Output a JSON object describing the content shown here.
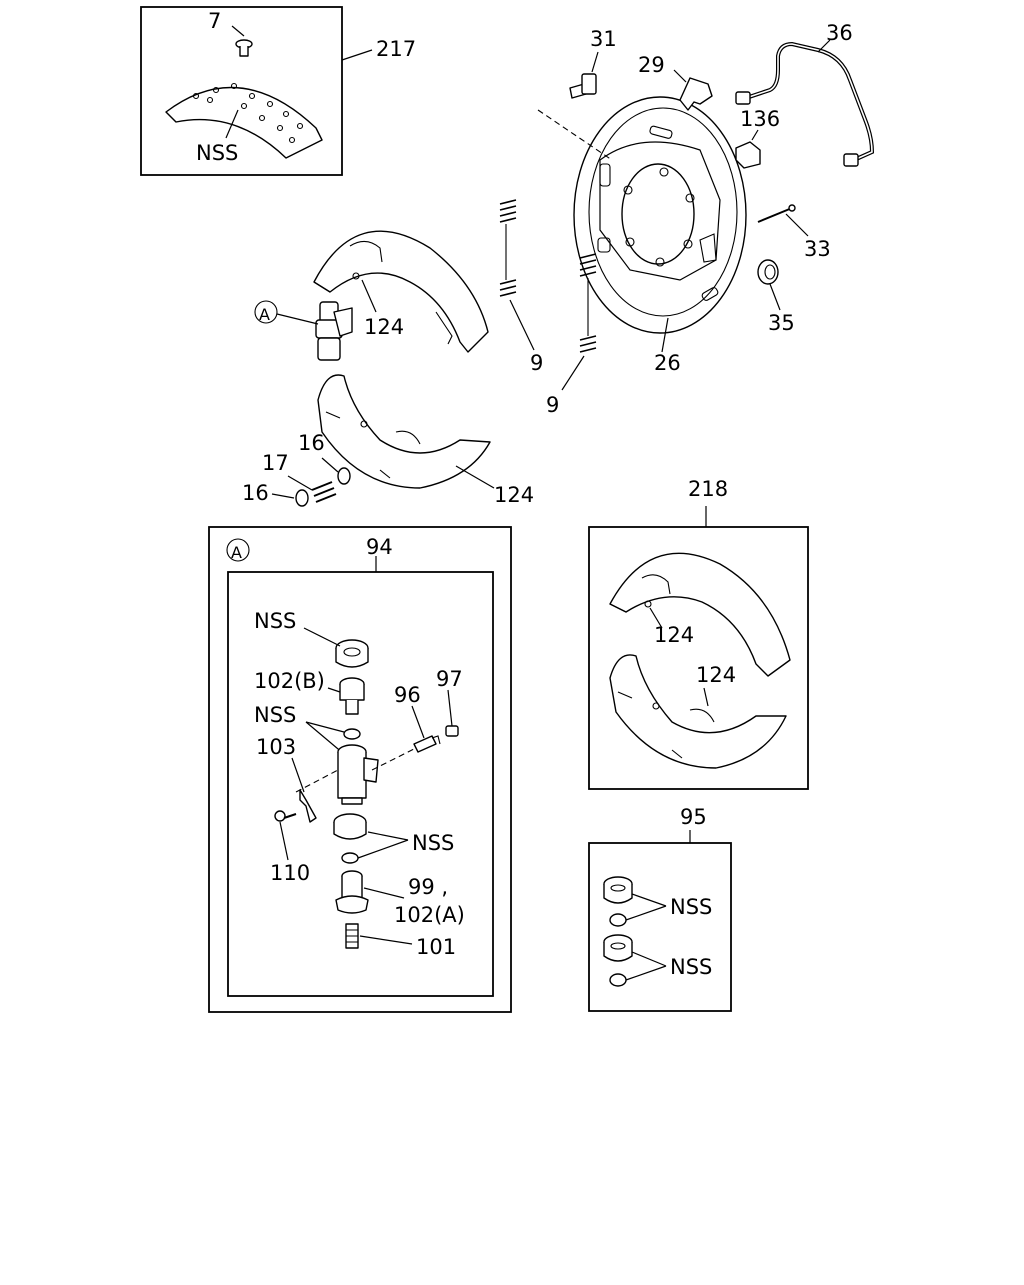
{
  "diagram": {
    "labels": {
      "l7": "7",
      "l217": "217",
      "nss_lining": "NSS",
      "l31": "31",
      "l29": "29",
      "l36": "36",
      "l136": "136",
      "l33": "33",
      "l35": "35",
      "l26": "26",
      "l9a": "9",
      "l9b": "9",
      "l124_top": "124",
      "l124_bottom": "124",
      "callout_a": "A",
      "l16a": "16",
      "l17": "17",
      "l16b": "16",
      "l218": "218",
      "l124_kit_top": "124",
      "l124_kit_bottom": "124",
      "detail_a": "A",
      "l94": "94",
      "nss_1": "NSS",
      "l102b": "102(B)",
      "nss_2": "NSS",
      "l103": "103",
      "l96": "96",
      "l97": "97",
      "nss_3": "NSS",
      "l110": "110",
      "l99": "99 ,",
      "l102a": "102(A)",
      "l101": "101",
      "l95": "95",
      "nss_kit_1": "NSS",
      "nss_kit_2": "NSS"
    }
  }
}
